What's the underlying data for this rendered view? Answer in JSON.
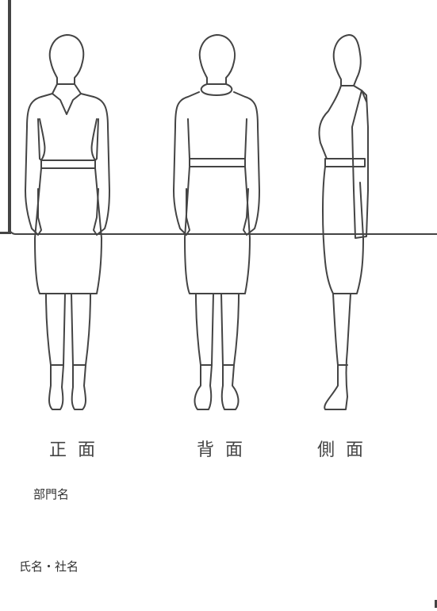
{
  "labels": {
    "front": "正面",
    "back": "背面",
    "side": "側面"
  },
  "fields": {
    "department": "部門名",
    "name_company": "氏名・社名"
  },
  "colors": {
    "line": "#444444",
    "background": "#ffffff"
  }
}
